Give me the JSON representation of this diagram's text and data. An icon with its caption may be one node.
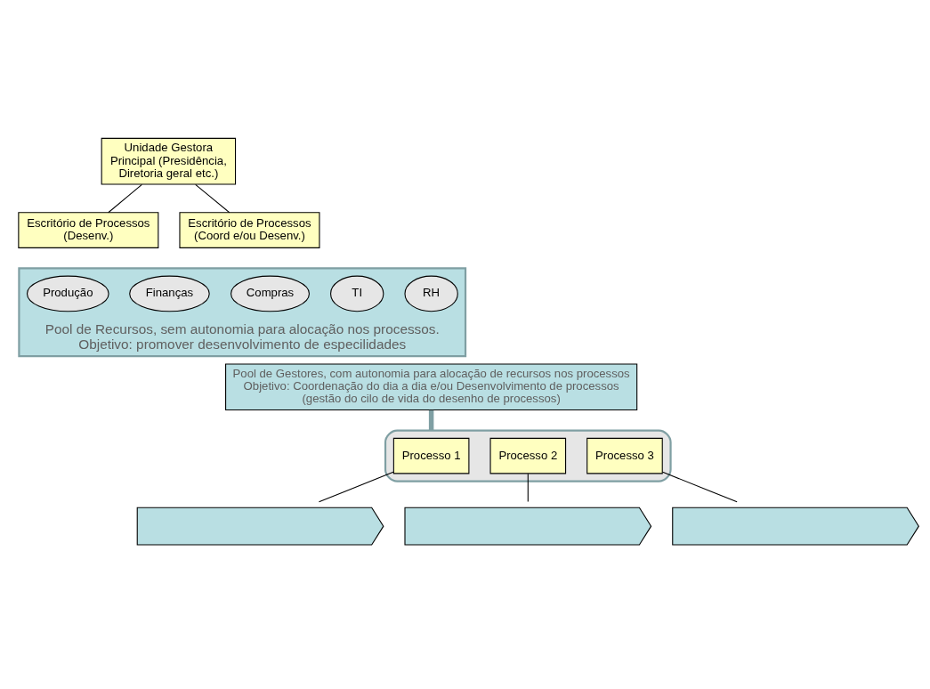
{
  "diagram": {
    "nodes": [
      {
        "text": [
          "Unidade Gestora Principal (Presidência, Diretoria geral etc.)"
        ]
      },
      {
        "text": [
          "Escritório de Processos (Desenv.)"
        ]
      },
      {
        "text": [
          "Escritório de Processos (Coord e/ou Desenv.)"
        ]
      },
      {
        "text": [
          "Pool de Recursos, sem autonomia para alocação nos processos.",
          "Objetivo: promover desenvolvimento de especilidades"
        ]
      },
      {
        "text": [
          "RH"
        ],
        "in": 3
      },
      {
        "text": [
          "TI"
        ],
        "in": 3
      },
      {
        "text": [
          "Compras"
        ],
        "in": 3
      },
      {
        "text": [
          "Finanças"
        ],
        "in": 3
      },
      {
        "text": [
          "Produção"
        ],
        "in": 3
      },
      {
        "text": [],
        "shape": "ellipse"
      },
      {
        "text": [
          "Processo 1"
        ],
        "in": 9
      },
      {
        "text": [
          "Processo 2"
        ],
        "in": 9
      },
      {
        "text": [
          "Processo 3"
        ],
        "in": 9
      },
      {
        "text": [],
        "shape": "chevron"
      },
      {
        "text": [],
        "shape": "chevron"
      },
      {
        "text": [],
        "shape": "chevron"
      },
      {
        "text": [
          "Pool de Gestores, com autonomia para alocação de recursos nos processos",
          "Objetivo: Coordenação do dia a dia e/ou Desenvolvimento de processos (gestão do cilo de vida do desenho de processos)"
        ]
      }
    ],
    "edges": [
      {
        "from": 0,
        "to": 1,
        "arrow": "none"
      },
      {
        "from": 0,
        "to": 2,
        "arrow": "none"
      },
      {
        "from": 10,
        "to": 13,
        "arrow": "none"
      },
      {
        "from": 11,
        "to": 14,
        "arrow": "none"
      },
      {
        "from": 12,
        "to": 15,
        "arrow": "none"
      },
      {
        "from": 16,
        "to": 9,
        "arrow": "none",
        "color": "#7f9fa3",
        "style": "thick"
      }
    ]
  }
}
